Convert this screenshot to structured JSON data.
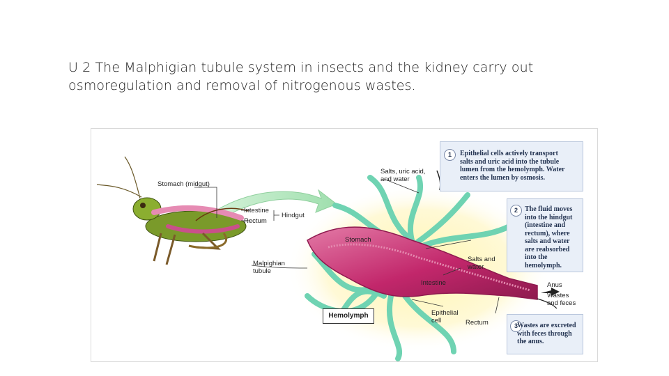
{
  "slide": {
    "heading_line1": "U 2 The Malphigian tubule system in insects and the kidney carry out",
    "heading_line2": "osmoregulation and removal of nitrogenous wastes."
  },
  "diagram": {
    "labels": {
      "stomach_midgut": "Stomach (midgut)",
      "intestine": "Intestine",
      "rectum_left": "Rectum",
      "hindgut": "Hindgut",
      "malpighian": "Malpighian",
      "tubule": "tubule",
      "salts_uric_1": "Salts, uric acid,",
      "salts_uric_2": "and water",
      "stomach": "Stomach",
      "salts_1": "Salts and",
      "salts_2": "water",
      "intestine_center": "Intestine",
      "anus": "Anus",
      "wastes_1": "Wastes",
      "wastes_2": "and feces",
      "epithelial_1": "Epithelial",
      "epithelial_2": "cell",
      "rectum_bottom": "Rectum",
      "hemolymph": "Hemolymph"
    },
    "steps": [
      {
        "num": "1",
        "line1": "Epithelial cells actively transport",
        "line2": "salts and uric acid into the tubule",
        "line3": "lumen from the hemolymph. Water",
        "line4": "enters the lumen by osmosis."
      },
      {
        "num": "2",
        "line1": "The fluid moves",
        "line2": "into the hindgut",
        "line3": "(intestine and",
        "line4": "rectum), where",
        "line5": "salts and water",
        "line6": "are reabsorbed",
        "line7": "into the",
        "line8": "hemolymph."
      },
      {
        "num": "3",
        "line1": "Wastes are excreted",
        "line2": "with feces through",
        "line3": "the anus."
      }
    ],
    "colors": {
      "gut": "#c2276b",
      "gut_light": "#e58bb0",
      "tubule": "#6fd3b2",
      "glow": "#fff2a8",
      "arrow": "#a9e6b4",
      "step_box": "#e9eff8"
    }
  }
}
